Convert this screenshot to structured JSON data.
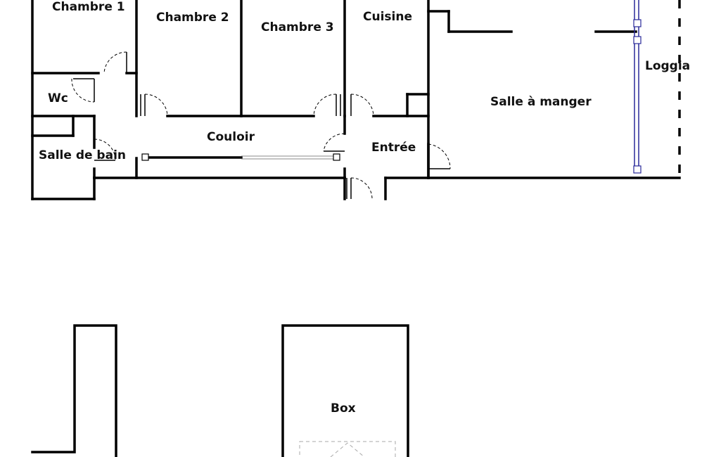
{
  "rooms": {
    "chambre1": "Chambre 1",
    "chambre2": "Chambre 2",
    "chambre3": "Chambre 3",
    "cuisine": "Cuisine",
    "wc": "Wc",
    "salle_de_bain": "Salle de bain",
    "couloir": "Couloir",
    "entree": "Entrée",
    "salle_a_manger": "Salle à manger",
    "loggia": "Loggia",
    "box": "Box"
  }
}
